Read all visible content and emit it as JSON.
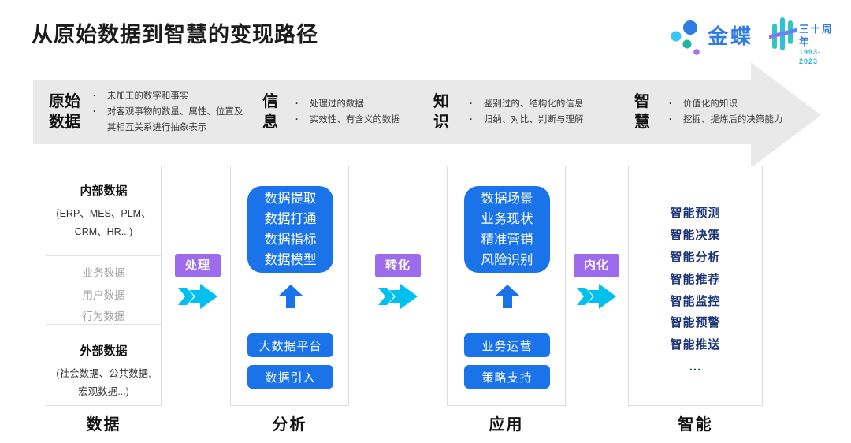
{
  "page": {
    "title": "从原始数据到智慧的变现路径"
  },
  "logo": {
    "brand": "金蝶",
    "anniversary": "三十周年",
    "years": "1993-2023"
  },
  "banner": {
    "stages": [
      {
        "line1": "原始",
        "line2": "数据",
        "bullets": [
          "未加工的数字和事实",
          "对客观事物的数量、属性、位置及其相互关系进行抽象表示"
        ]
      },
      {
        "line1": "信",
        "line2": "息",
        "bullets": [
          "处理过的数据",
          "实效性、有含义的数据"
        ]
      },
      {
        "line1": "知",
        "line2": "识",
        "bullets": [
          "鉴别过的、结构化的信息",
          "归纳、对比、判断与理解"
        ]
      },
      {
        "line1": "智",
        "line2": "慧",
        "bullets": [
          "价值化的知识",
          "挖掘、提炼后的决策能力"
        ]
      }
    ]
  },
  "connectors": [
    {
      "label": "处理"
    },
    {
      "label": "转化"
    },
    {
      "label": "内化"
    }
  ],
  "columns": {
    "data": {
      "internal_title": "内部数据",
      "internal_sub": "(ERP、MES、PLM、CRM、HR...)",
      "middle_items": [
        "业务数据",
        "用户数据",
        "行为数据"
      ],
      "external_title": "外部数据",
      "external_sub": "(社会数据、公共数据, 宏观数据...)",
      "footer": "数据"
    },
    "analysis": {
      "box_lines": [
        "数据提取",
        "数据打通",
        "数据指标",
        "数据模型"
      ],
      "buttons": [
        "大数据平台",
        "数据引入"
      ],
      "footer": "分析"
    },
    "application": {
      "box_lines": [
        "数据场景",
        "业务现状",
        "精准营销",
        "风险识别"
      ],
      "buttons": [
        "业务运营",
        "策略支持"
      ],
      "footer": "应用"
    },
    "intelligence": {
      "items": [
        "智能预测",
        "智能决策",
        "智能分析",
        "智能推荐",
        "智能监控",
        "智能预警",
        "智能推送",
        "..."
      ],
      "footer": "智能"
    }
  },
  "colors": {
    "accent_blue": "#1a73e8",
    "arrow_cyan": "#00c0f0",
    "badge_purple": "#9c6bee",
    "navy_text": "#1b3478",
    "banner_gray": "#e9e9e9",
    "brand_blue": "#2e7ce4",
    "teal": "#1fb5a3"
  }
}
